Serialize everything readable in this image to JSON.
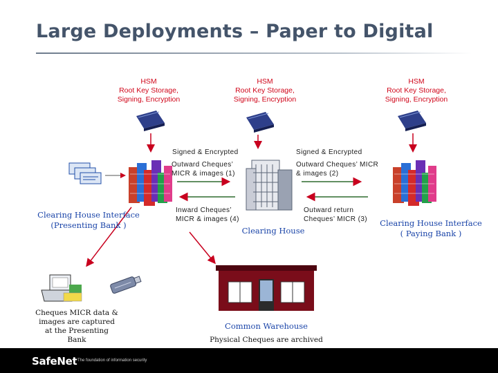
{
  "title": "Large Deployments – Paper to Digital",
  "hsm_boxes": [
    {
      "line1": "HSM",
      "line2": "Root Key Storage,",
      "line3": "Signing, Encryption"
    },
    {
      "line1": "HSM",
      "line2": "Root Key Storage,",
      "line3": "Signing, Encryption"
    },
    {
      "line1": "HSM",
      "line2": "Root Key Storage,",
      "line3": "Signing, Encryption"
    }
  ],
  "flows": {
    "signed_left": "Signed & Encrypted",
    "signed_right": "Signed & Encrypted",
    "outward_left_1": "Outward Cheques’",
    "outward_left_2": "MICR & images  (1)",
    "outward_right_1": "Outward Cheques’ MICR",
    "outward_right_2": "& images  (2)",
    "inward_left_1": "Inward Cheques’",
    "inward_left_2": "MICR & images  (4)",
    "return_right_1": "Outward return",
    "return_right_2": "Cheques’ MICR (3)"
  },
  "entities": {
    "presenting_1": "Clearing House Interface",
    "presenting_2": "(Presenting Bank )",
    "paying_1": "Clearing House Interface",
    "paying_2": "( Paying Bank )",
    "clearing_house": "Clearing House",
    "warehouse": "Common Warehouse",
    "archived": "Physical Cheques are archived",
    "capture_1": "Cheques MICR data &",
    "capture_2": "images are captured",
    "capture_3": "at the Presenting",
    "capture_4": "Bank"
  },
  "footer": {
    "logo": "SafeNet",
    "tagline": "The foundation of information security"
  },
  "colors": {
    "title": "#44546a",
    "hsm_text": "#d0061a",
    "arrow_red": "#c8001e",
    "entity_blue": "#1a44a8",
    "footer": "#000000"
  }
}
